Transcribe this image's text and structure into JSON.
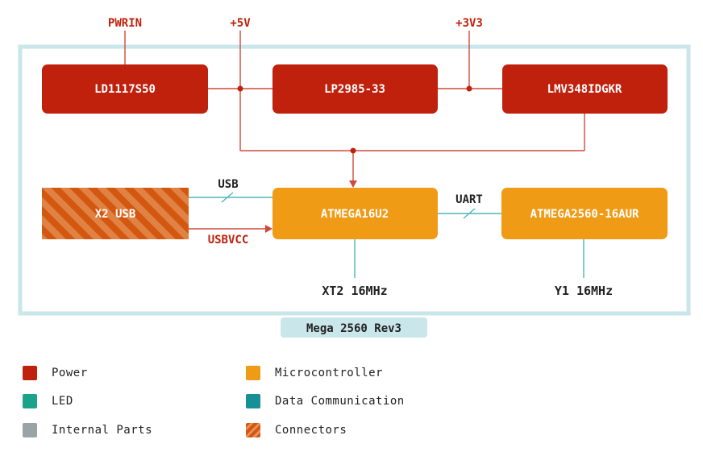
{
  "colors": {
    "power": "#c0210d",
    "microcontroller": "#f09b16",
    "led": "#1aa38a",
    "data_communication": "#168f96",
    "internal_parts": "#9aa3a6",
    "connectors": "#d3570f",
    "board_border": "#c9e6ea",
    "red_line": "#d04a3a",
    "teal_line": "#4fb6b6"
  },
  "board": {
    "label": "Mega 2560 Rev3"
  },
  "rails": {
    "pwrin": "PWRIN",
    "v5": "+5V",
    "v3": "+3V3"
  },
  "blocks": {
    "ld1117": "LD1117S50",
    "lp2985": "LP2985-33",
    "lmv348": "LMV348IDGKR",
    "x2usb": "X2 USB",
    "atmega16u2": "ATMEGA16U2",
    "atmega2560": "ATMEGA2560-16AUR"
  },
  "signals": {
    "usb": "USB",
    "usbvcc": "USBVCC",
    "uart": "UART"
  },
  "crystals": {
    "xt2": "XT2 16MHz",
    "y1": "Y1 16MHz"
  },
  "legend": {
    "power": "Power",
    "microcontroller": "Microcontroller",
    "led": "LED",
    "data_communication": "Data Communication",
    "internal_parts": "Internal Parts",
    "connectors": "Connectors"
  }
}
